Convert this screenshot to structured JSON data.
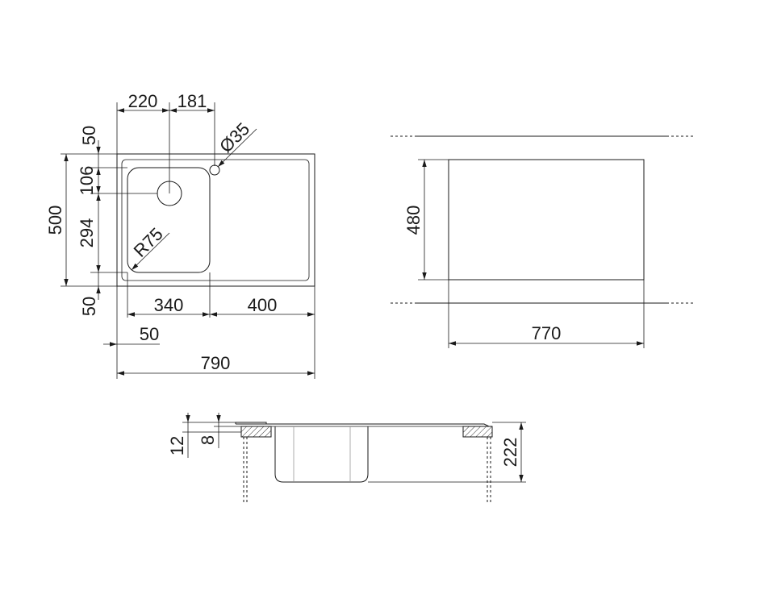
{
  "colors": {
    "line": "#1a1a1a",
    "hatch_fill": "#d9d9d9",
    "background": "#ffffff"
  },
  "top_view": {
    "dim_220": "220",
    "dim_181": "181",
    "dim_35": "Ø35",
    "dim_50_top": "50",
    "dim_106": "106",
    "dim_500": "500",
    "dim_294": "294",
    "dim_r75": "R75",
    "dim_50_bottom": "50",
    "dim_340": "340",
    "dim_400": "400",
    "dim_50_left": "50",
    "dim_790": "790"
  },
  "cutout_view": {
    "dim_480": "480",
    "dim_770": "770"
  },
  "section_view": {
    "dim_12": "12",
    "dim_8": "8",
    "dim_222": "222"
  }
}
